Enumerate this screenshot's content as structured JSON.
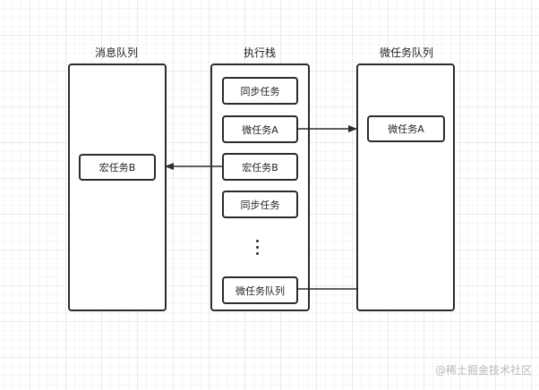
{
  "columns": {
    "message_queue": {
      "title": "消息队列",
      "tasks": [
        "宏任务B"
      ]
    },
    "call_stack": {
      "title": "执行栈",
      "tasks": [
        "同步任务",
        "微任务A",
        "宏任务B",
        "同步任务",
        "微任务队列"
      ],
      "ellipsis": "⋮"
    },
    "microtask_queue": {
      "title": "微任务队列",
      "tasks": [
        "微任务A"
      ]
    }
  },
  "watermark": "@稀土掘金技术社区",
  "colors": {
    "stroke": "#2b2b2b",
    "grid": "#ebebeb",
    "background": "#ffffff"
  }
}
